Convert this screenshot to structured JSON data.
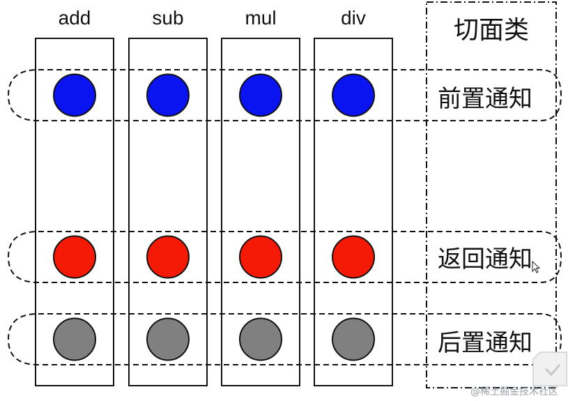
{
  "columns": [
    "add",
    "sub",
    "mul",
    "div"
  ],
  "aspect_title": "切面类",
  "advice_rows": [
    {
      "label": "前置通知",
      "color": "#0a14f0"
    },
    {
      "label": "返回通知",
      "color": "#f51a05"
    },
    {
      "label": "后置通知",
      "color": "#808080"
    }
  ],
  "watermark": "@稀土掘金技术社区"
}
